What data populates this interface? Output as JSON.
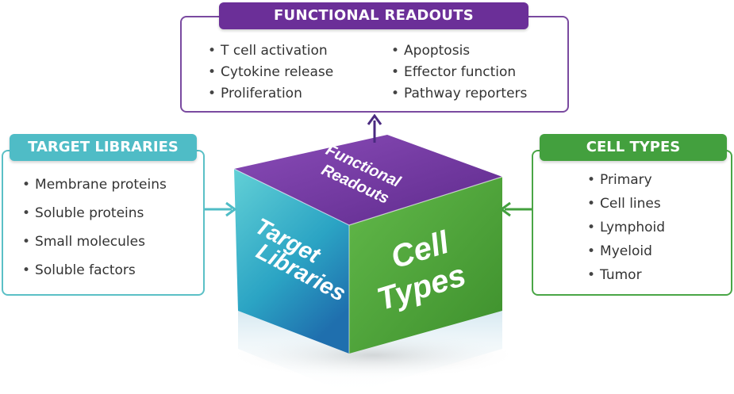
{
  "functional_readouts": {
    "title": "FUNCTIONAL READOUTS",
    "col1": [
      "T cell activation",
      "Cytokine release",
      "Proliferation"
    ],
    "col2": [
      "Apoptosis",
      "Effector function",
      "Pathway reporters"
    ],
    "color": "#6b2f98"
  },
  "target_libraries": {
    "title": "TARGET LIBRARIES",
    "items": [
      "Membrane proteins",
      "Soluble proteins",
      "Small molecules",
      "Soluble factors"
    ],
    "color": "#4fbcc6"
  },
  "cell_types": {
    "title": "CELL TYPES",
    "items": [
      "Primary",
      "Cell lines",
      "Lymphoid",
      "Myeloid",
      "Tumor"
    ],
    "color": "#43a03e"
  },
  "cube": {
    "top_line1": "Functional",
    "top_line2": "Readouts",
    "left_line1": "Target",
    "left_line2": "Libraries",
    "right_line1": "Cell",
    "right_line2": "Types"
  }
}
